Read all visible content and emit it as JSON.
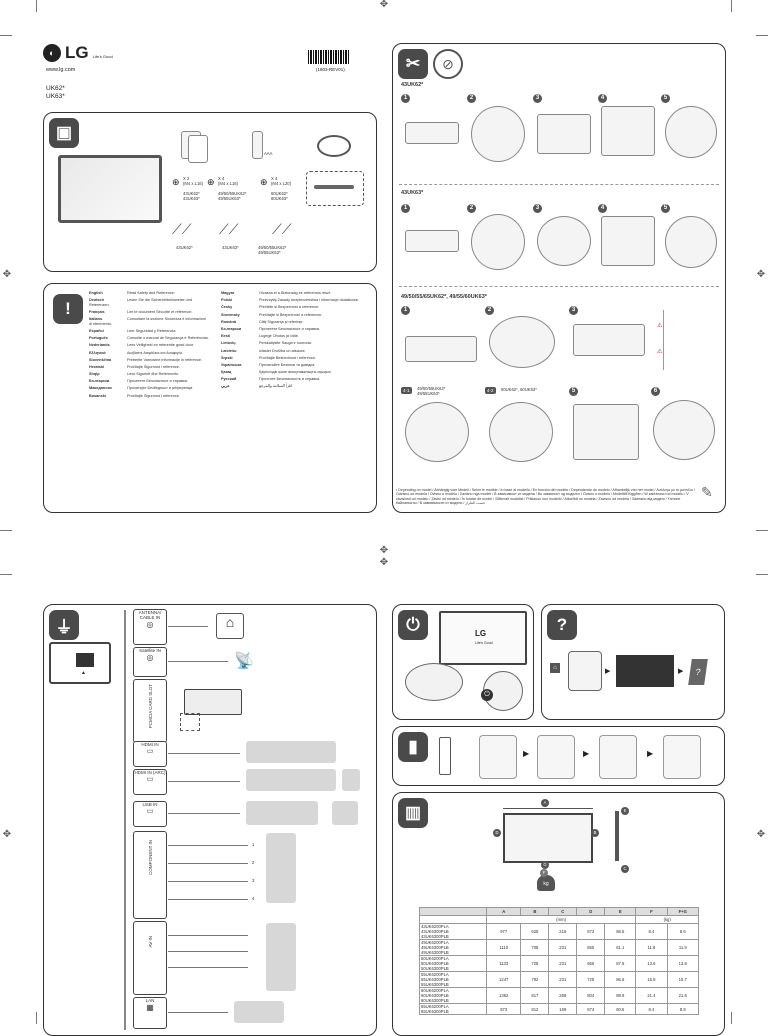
{
  "brand": {
    "logo_text": "LG",
    "tagline": "Life's Good",
    "website": "www.lg.com",
    "models": [
      "UK62*",
      "UK63*"
    ],
    "barcode_code": "(1803-REV01)"
  },
  "accessories": {
    "screws_a": "X 2\n(M4 x L16)",
    "screws_a_models": "43UK62*\n43UK63*",
    "screws_b": "X 4\n(M4 x L16)",
    "screws_b_models": "49/50/55UK62*\n49/55UK63*",
    "screws_c": "X 4\n(M4 x L20)",
    "screws_c_models": "60UK62*\n60UK63*",
    "stand_labels": [
      "43UK62*",
      "43UK63*",
      "49/50/55UK62*\n49/55UK63*"
    ],
    "battery_label": "AAA"
  },
  "safety_languages": [
    {
      "lang": "English",
      "text": "Read Safety and Reference."
    },
    {
      "lang": "Deutsch",
      "text": "Lesen Sie die Sicherheitshinweise und Referenzen."
    },
    {
      "lang": "Français",
      "text": "Lire le document Sécurité et référence."
    },
    {
      "lang": "Italiano",
      "text": "Consultare la sezione Sicurezza e informazioni di riferimento."
    },
    {
      "lang": "Español",
      "text": "Leer Seguridad y Referencia."
    },
    {
      "lang": "Português",
      "text": "Consulte o manual de Segurança e Referências."
    },
    {
      "lang": "Nederlands",
      "text": "Lees Veiligheid en referentie goed door."
    },
    {
      "lang": "Ελληνικά",
      "text": "Διαβάστε Ασφάλεια και Αναφορά."
    },
    {
      "lang": "Slovenščina",
      "text": "Preberite Varnostne informacije in reference."
    },
    {
      "lang": "Hrvatski",
      "text": "Pročitajte Sigurnost i reference."
    },
    {
      "lang": "Shqip",
      "text": "Lexo Sigurinë dhe Referencën."
    },
    {
      "lang": "Български",
      "text": "Прочетете Безопасност и справка."
    },
    {
      "lang": "Македонски",
      "text": "Прочитајте Безбедност и референци."
    },
    {
      "lang": "Bosanski",
      "text": "Pročitajte Sigurnost i reference."
    },
    {
      "lang": "Magyar",
      "text": "Olvassa el a Biztonság és referencia részt."
    },
    {
      "lang": "Polski",
      "text": "Przeczytaj Zasady bezpieczeństwa i informacje dodatkowe."
    },
    {
      "lang": "Česky",
      "text": "Přečtěte si Bezpečnost a reference."
    },
    {
      "lang": "Slovensky",
      "text": "Prečítajte si Bezpečnosť a referencie."
    },
    {
      "lang": "Română",
      "text": "Citiţi Siguranţa şi referinţe."
    },
    {
      "lang": "Български",
      "text": "Прочетете Безопасност и справка."
    },
    {
      "lang": "Eesti",
      "text": "Lugege Ohutus ja viide."
    },
    {
      "lang": "Lietuvių",
      "text": "Perskaitykite Sauga ir nuoroda."
    },
    {
      "lang": "Latviešu",
      "text": "Izlasiet Drošība un atsauce."
    },
    {
      "lang": "Srpski",
      "text": "Pročitajte Bezbednost i reference."
    },
    {
      "lang": "Українська",
      "text": "Прочитайте Безпека та довідка."
    },
    {
      "lang": "Қазақ",
      "text": "Қауіпсіздік және анықтамалықты оқыңыз."
    },
    {
      "lang": "Русский",
      "text": "Прочтите Безопасность и справка."
    },
    {
      "lang": "عربي",
      "text": "اقرأ السلامة والمرجع."
    }
  ],
  "stand_sections": {
    "s1": "43UK62*",
    "s2": "43UK63*",
    "s3": "49/50/55/65UK62*, 49/55/60UK63*",
    "s3_sub_a": "49/50/55UK62*\n49/55UK63*",
    "s3_sub_b": "60UK62*, 60UK63*",
    "footer": "• Depending on model / Abhängig vom Modell / Selon le modèle / In base al modello / En función del modelo / Dependendo do modelo / Afhankelijk van het model / Ανάλογα με το μοντέλο / Odvisno od modela / Ovisno o modelu / Zavisno nga modeli / В зависимост от модела / Во зависност од моделот / Ovisno o modelu / Modelltől függően / W zależności od modelu / V závislosti od modelu / Závisí od modelu / În funcție de model / Sõltuvalt mudelist / Priklauso nuo modelio / Atkarībā no modeļa / Zavisno od modela / Залежно від моделі / Үлгісіне байланысты / В зависимости от модели / حسب الطراز"
  },
  "connections": {
    "antenna": "ANTENNA/\nCABLE IN",
    "satellite": "Satellite IN",
    "pcmcia": "PCMCIA CARD SLOT",
    "hdmi": "HDMI IN",
    "hdmi_arc": "HDMI IN (ARC)",
    "usb": "USB IN",
    "component": "COMPONENT IN",
    "av": "AV IN",
    "lan": "LAN",
    "nums": [
      "1",
      "2",
      "3",
      "4"
    ]
  },
  "power": {
    "logo_text": "LG",
    "tagline": "Life's Good"
  },
  "help": {
    "help_glyph": "?"
  },
  "remote": {
    "arrow_glyph": "▶"
  },
  "dimensions": {
    "labels": [
      "A",
      "B",
      "C",
      "D",
      "E",
      "F",
      "G"
    ],
    "unit_mm": "(mm)",
    "unit_kg": "(kg)",
    "weight_label": "kg",
    "table_headers": [
      "A",
      "B",
      "C",
      "D",
      "E",
      "F",
      "F+G"
    ],
    "rows": [
      {
        "models": "43UK6200PLA\n43UK6300PLB\n43UK6300PLB",
        "values": [
          "977",
          "629",
          "216",
          "573",
          "86.5",
          "8.4",
          "8.6"
        ]
      },
      {
        "models": "49UK6200PLA\n49UK6300PLB\n49UK6300PLB",
        "values": [
          "1110",
          "708",
          "231",
          "650",
          "81.1",
          "11.8",
          "11.9"
        ]
      },
      {
        "models": "50UK6200PLA\n50UK6300PLB\n50UK6300PLB",
        "values": [
          "1133",
          "728",
          "231",
          "666",
          "87.6",
          "13.6",
          "13.8"
        ]
      },
      {
        "models": "55UK6200PLA\n55UK6300PLB\n55UK6300PLB",
        "values": [
          "1247",
          "792",
          "231",
          "729",
          "86.6",
          "15.9",
          "15.7"
        ]
      },
      {
        "models": "60UK6200PLA\n60UK6300PLB\n60UK6300PLB",
        "values": [
          "1362",
          "817",
          "268",
          "804",
          "89.9",
          "21.4",
          "21.6"
        ]
      },
      {
        "models": "65UK6200PLA\n65UK6300PLB",
        "values": [
          "873",
          "812",
          "169",
          "574",
          "60.5",
          "8.4",
          "8.8"
        ]
      }
    ]
  }
}
